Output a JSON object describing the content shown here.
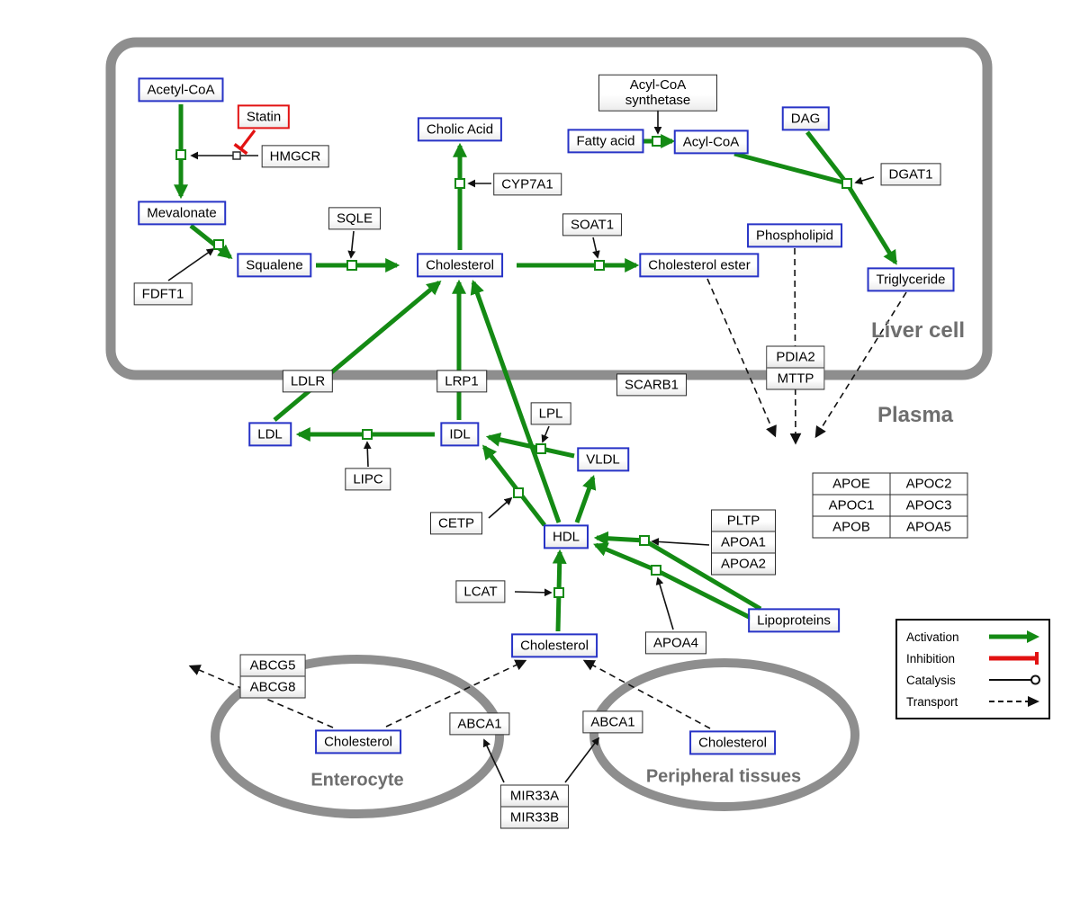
{
  "regions": {
    "liver": "Liver cell",
    "plasma": "Plasma",
    "enterocyte": "Enterocyte",
    "peripheral": "Peripheral tissues"
  },
  "nodes": {
    "acetyl_coa": "Acetyl-CoA",
    "statin": "Statin",
    "hmgcr": "HMGCR",
    "mevalonate": "Mevalonate",
    "fdft1": "FDFT1",
    "squalene": "Squalene",
    "sqle": "SQLE",
    "cholesterol_liver": "Cholesterol",
    "cholic_acid": "Cholic Acid",
    "cyp7a1": "CYP7A1",
    "soat1": "SOAT1",
    "cholesterol_ester": "Cholesterol ester",
    "acyl_coa_synthetase": "Acyl-CoA synthetase",
    "fatty_acid": "Fatty acid",
    "acyl_coa": "Acyl-CoA",
    "dag": "DAG",
    "dgat1": "DGAT1",
    "phospholipid": "Phospholipid",
    "triglyceride": "Triglyceride",
    "pdia2": "PDIA2",
    "mttp": "MTTP",
    "ldlr": "LDLR",
    "lrp1": "LRP1",
    "scarb1": "SCARB1",
    "lpl": "LPL",
    "ldl": "LDL",
    "idl": "IDL",
    "vldl": "VLDL",
    "lipc": "LIPC",
    "cetp": "CETP",
    "hdl": "HDL",
    "pltp": "PLTP",
    "apoa1": "APOA1",
    "apoa2": "APOA2",
    "lcat": "LCAT",
    "lipoproteins": "Lipoproteins",
    "apoa4": "APOA4",
    "cholesterol_plasma": "Cholesterol",
    "abcg5": "ABCG5",
    "abcg8": "ABCG8",
    "cholesterol_enterocyte": "Cholesterol",
    "abca1_left": "ABCA1",
    "abca1_right": "ABCA1",
    "cholesterol_peripheral": "Cholesterol",
    "mir33a": "MIR33A",
    "mir33b": "MIR33B"
  },
  "apo_table": {
    "rows": [
      [
        "APOE",
        "APOC2"
      ],
      [
        "APOC1",
        "APOC3"
      ],
      [
        "APOB",
        "APOA5"
      ]
    ]
  },
  "legend": {
    "activation": "Activation",
    "inhibition": "Inhibition",
    "catalysis": "Catalysis",
    "transport": "Transport"
  },
  "colors": {
    "activation": "#148a14",
    "inhibition": "#e21212",
    "metabolite_border": "#2733c6",
    "membrane": "#8e8e8e"
  }
}
